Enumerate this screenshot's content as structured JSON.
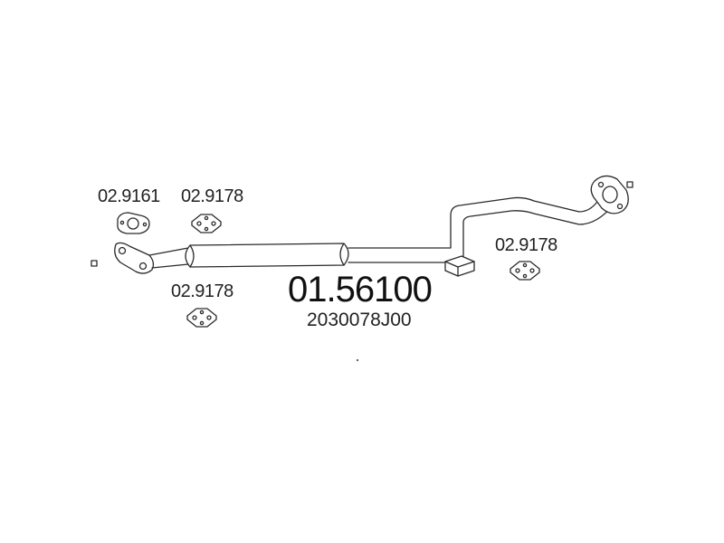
{
  "diagram": {
    "main_part_number": "01.56100",
    "oem_number": "2030078J00",
    "accessories": [
      {
        "code": "02.9161",
        "icon": "gasket-icon"
      },
      {
        "code": "02.9178",
        "icon": "rubber-mount-icon"
      },
      {
        "code": "02.9178",
        "icon": "rubber-mount-icon"
      },
      {
        "code": "02.9178",
        "icon": "rubber-mount-icon"
      }
    ],
    "colors": {
      "line": "#2a2a2a",
      "background": "#ffffff"
    }
  }
}
